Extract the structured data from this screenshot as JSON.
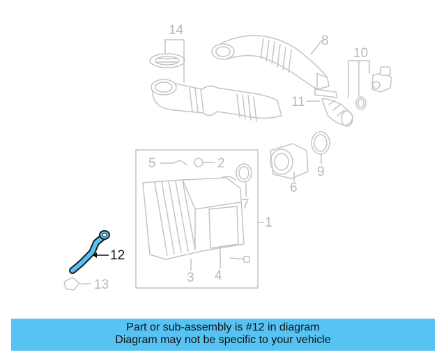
{
  "callouts": {
    "c1": "1",
    "c2": "2",
    "c3": "3",
    "c4": "4",
    "c5": "5",
    "c6": "6",
    "c7": "7",
    "c8": "8",
    "c9": "9",
    "c10": "10",
    "c11": "11",
    "c12": "12",
    "c13": "13",
    "c14": "14"
  },
  "highlighted_part": "12",
  "banner": {
    "line1": "Part or sub-assembly is #12 in diagram",
    "line2": "Diagram may not be specific to your vehicle"
  },
  "colors": {
    "highlight": "#57c3f3",
    "faded_lines": "#c4c4c4",
    "banner_bg": "#57c3f3"
  }
}
